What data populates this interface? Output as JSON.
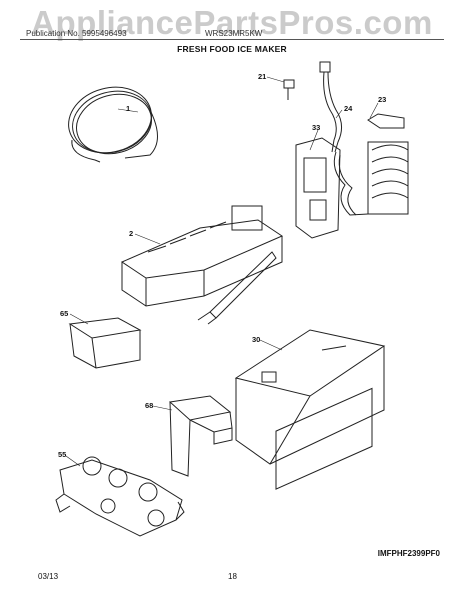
{
  "watermark": "AppliancePartsPros.com",
  "header": {
    "left": "Publication No. 5995496493",
    "right": "WRS23MR5KW",
    "title": "FRESH FOOD ICE MAKER"
  },
  "callouts": [
    "1",
    "21",
    "24",
    "23",
    "33",
    "2",
    "65",
    "30",
    "68",
    "55"
  ],
  "image_code": "IMFPHF2399PF0",
  "footer": {
    "date": "03/13",
    "page": "18"
  },
  "colors": {
    "line": "#222222",
    "watermark": "#a0a0a0"
  }
}
